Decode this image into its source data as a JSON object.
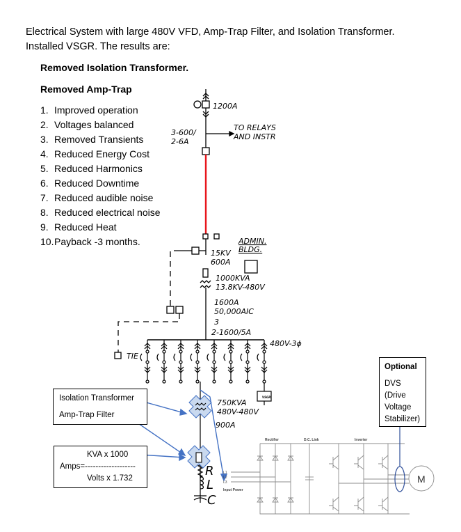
{
  "intro": {
    "line1": "Electrical System with large 480V VFD, Amp-Trap Filter, and Isolation Transformer.",
    "line2": "Installed VSGR. The results are:"
  },
  "headings": {
    "removed_isolation": "Removed Isolation Transformer.",
    "removed_amptrap": "Removed Amp-Trap"
  },
  "results": [
    {
      "num": "1.",
      "text": "Improved operation"
    },
    {
      "num": "2.",
      "text": "Voltages balanced"
    },
    {
      "num": "3.",
      "text": "Removed Transients"
    },
    {
      "num": "4.",
      "text": "Reduced Energy Cost"
    },
    {
      "num": "5.",
      "text": "Reduced Harmonics"
    },
    {
      "num": "6.",
      "text": "Reduced Downtime"
    },
    {
      "num": "7.",
      "text": "Reduced audible noise"
    },
    {
      "num": "8.",
      "text": "Reduced electrical noise"
    },
    {
      "num": "9.",
      "text": "Reduced Heat"
    },
    {
      "num": "10.",
      "text": "Payback -3 months."
    }
  ],
  "diagram": {
    "breaker_rating": "1200A",
    "ct_rating_1": "3-600/",
    "ct_rating_2": "2-6A",
    "relay_label_1": "TO RELAYS",
    "relay_label_2": "AND INSTR",
    "admin_1": "ADMIN.",
    "admin_2": "BLDG.",
    "switch_kv": "15KV",
    "switch_amp": "600A",
    "xfmr_kva": "1000KVA",
    "xfmr_volts": "13.8KV-480V",
    "main_amp": "1600A",
    "main_aic": "50,000AIC",
    "phase_3": "3",
    "ct_main": "2-1600/5A",
    "bus_label": "480V-3ϕ",
    "tie_label": "TIE",
    "vsgr_label": "VSGR",
    "iso_kva": "750KVA",
    "iso_volts": "480V-480V",
    "iso_amp": "900A",
    "r_label": "R",
    "l_label": "L",
    "c_label": "C",
    "rectifier": "Rectifier",
    "dc_link": "D.C. Link",
    "inverter": "Inverter",
    "input_power": "Input Power",
    "l1": "L1",
    "l2": "L2",
    "l3": "L3",
    "motor": "M",
    "colors": {
      "feeder": "#e8141b",
      "arrow": "#4472c4",
      "cross_fill": "#c9d9ef",
      "dvs_loop": "#2f4f9a",
      "vfd_line": "#8c8c8c"
    }
  },
  "callouts": {
    "iso_label": "Isolation Transformer",
    "amptrap_label": "Amp-Trap Filter",
    "formula_numer": "KVA x 1000",
    "formula_lhs": "Amps=-------------------",
    "formula_denom": "Volts x 1.732",
    "optional_title": "Optional",
    "dvs_1": "DVS",
    "dvs_2": "(Drive",
    "dvs_3": "Voltage",
    "dvs_4": "Stabilizer)"
  }
}
